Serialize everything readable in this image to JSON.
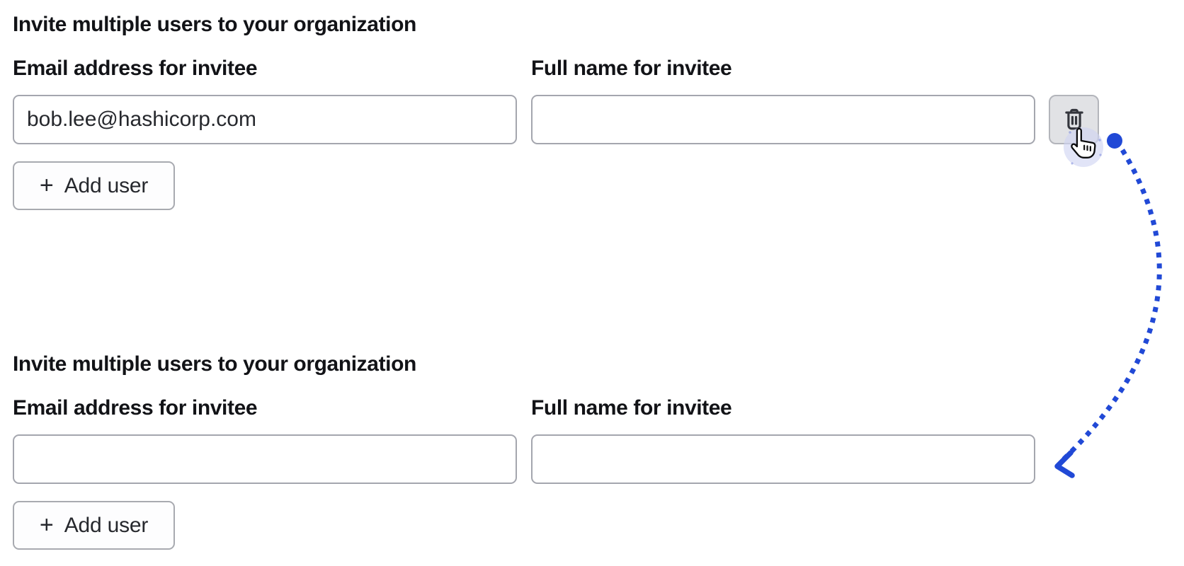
{
  "colors": {
    "annotation_blue": "#2149d6",
    "input_border": "#a4a6ae",
    "trash_button_bg": "#e1e2e5",
    "halo_lavender": "#ced3f2",
    "text": "#121317"
  },
  "section_before": {
    "heading": "Invite multiple users to your organization",
    "email_label": "Email address for invitee",
    "email_value": "bob.lee@hashicorp.com",
    "name_label": "Full name for invitee",
    "name_value": "",
    "plus_glyph": "+",
    "add_user_label": "Add user",
    "delete_icon": "trash-icon"
  },
  "section_after": {
    "heading": "Invite multiple users to your organization",
    "email_label": "Email address for invitee",
    "email_value": "",
    "name_label": "Full name for invitee",
    "name_value": "",
    "plus_glyph": "+",
    "add_user_label": "Add user"
  }
}
